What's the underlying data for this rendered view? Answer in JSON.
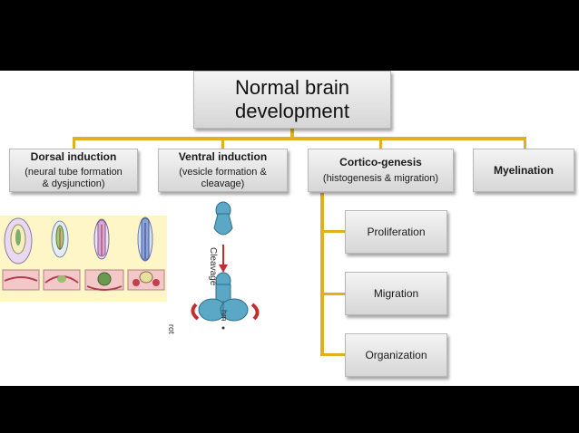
{
  "title": {
    "line1": "Normal brain",
    "line2": "development"
  },
  "categories": [
    {
      "title": "Dorsal induction",
      "sub1": "(neural tube formation",
      "sub2": "& dysjunction)"
    },
    {
      "title": "Ventral induction",
      "sub1": "(vesicle formation &",
      "sub2": "cleavage)"
    },
    {
      "title": "Cortico-genesis",
      "sub1": "(histogenesis & migration)"
    },
    {
      "title": "Myelination"
    }
  ],
  "subitems": [
    "Proliferation",
    "Migration",
    "Organization"
  ],
  "ventral_figure": {
    "cleavage_label": "Cleavage",
    "rot_label": "rot",
    "hm_label": "hm"
  },
  "colors": {
    "connector": "#e0b020",
    "vesicle": "#5ba7c6",
    "arrow": "#c03030",
    "dorsal_panel_bg": "#fff6c8"
  }
}
